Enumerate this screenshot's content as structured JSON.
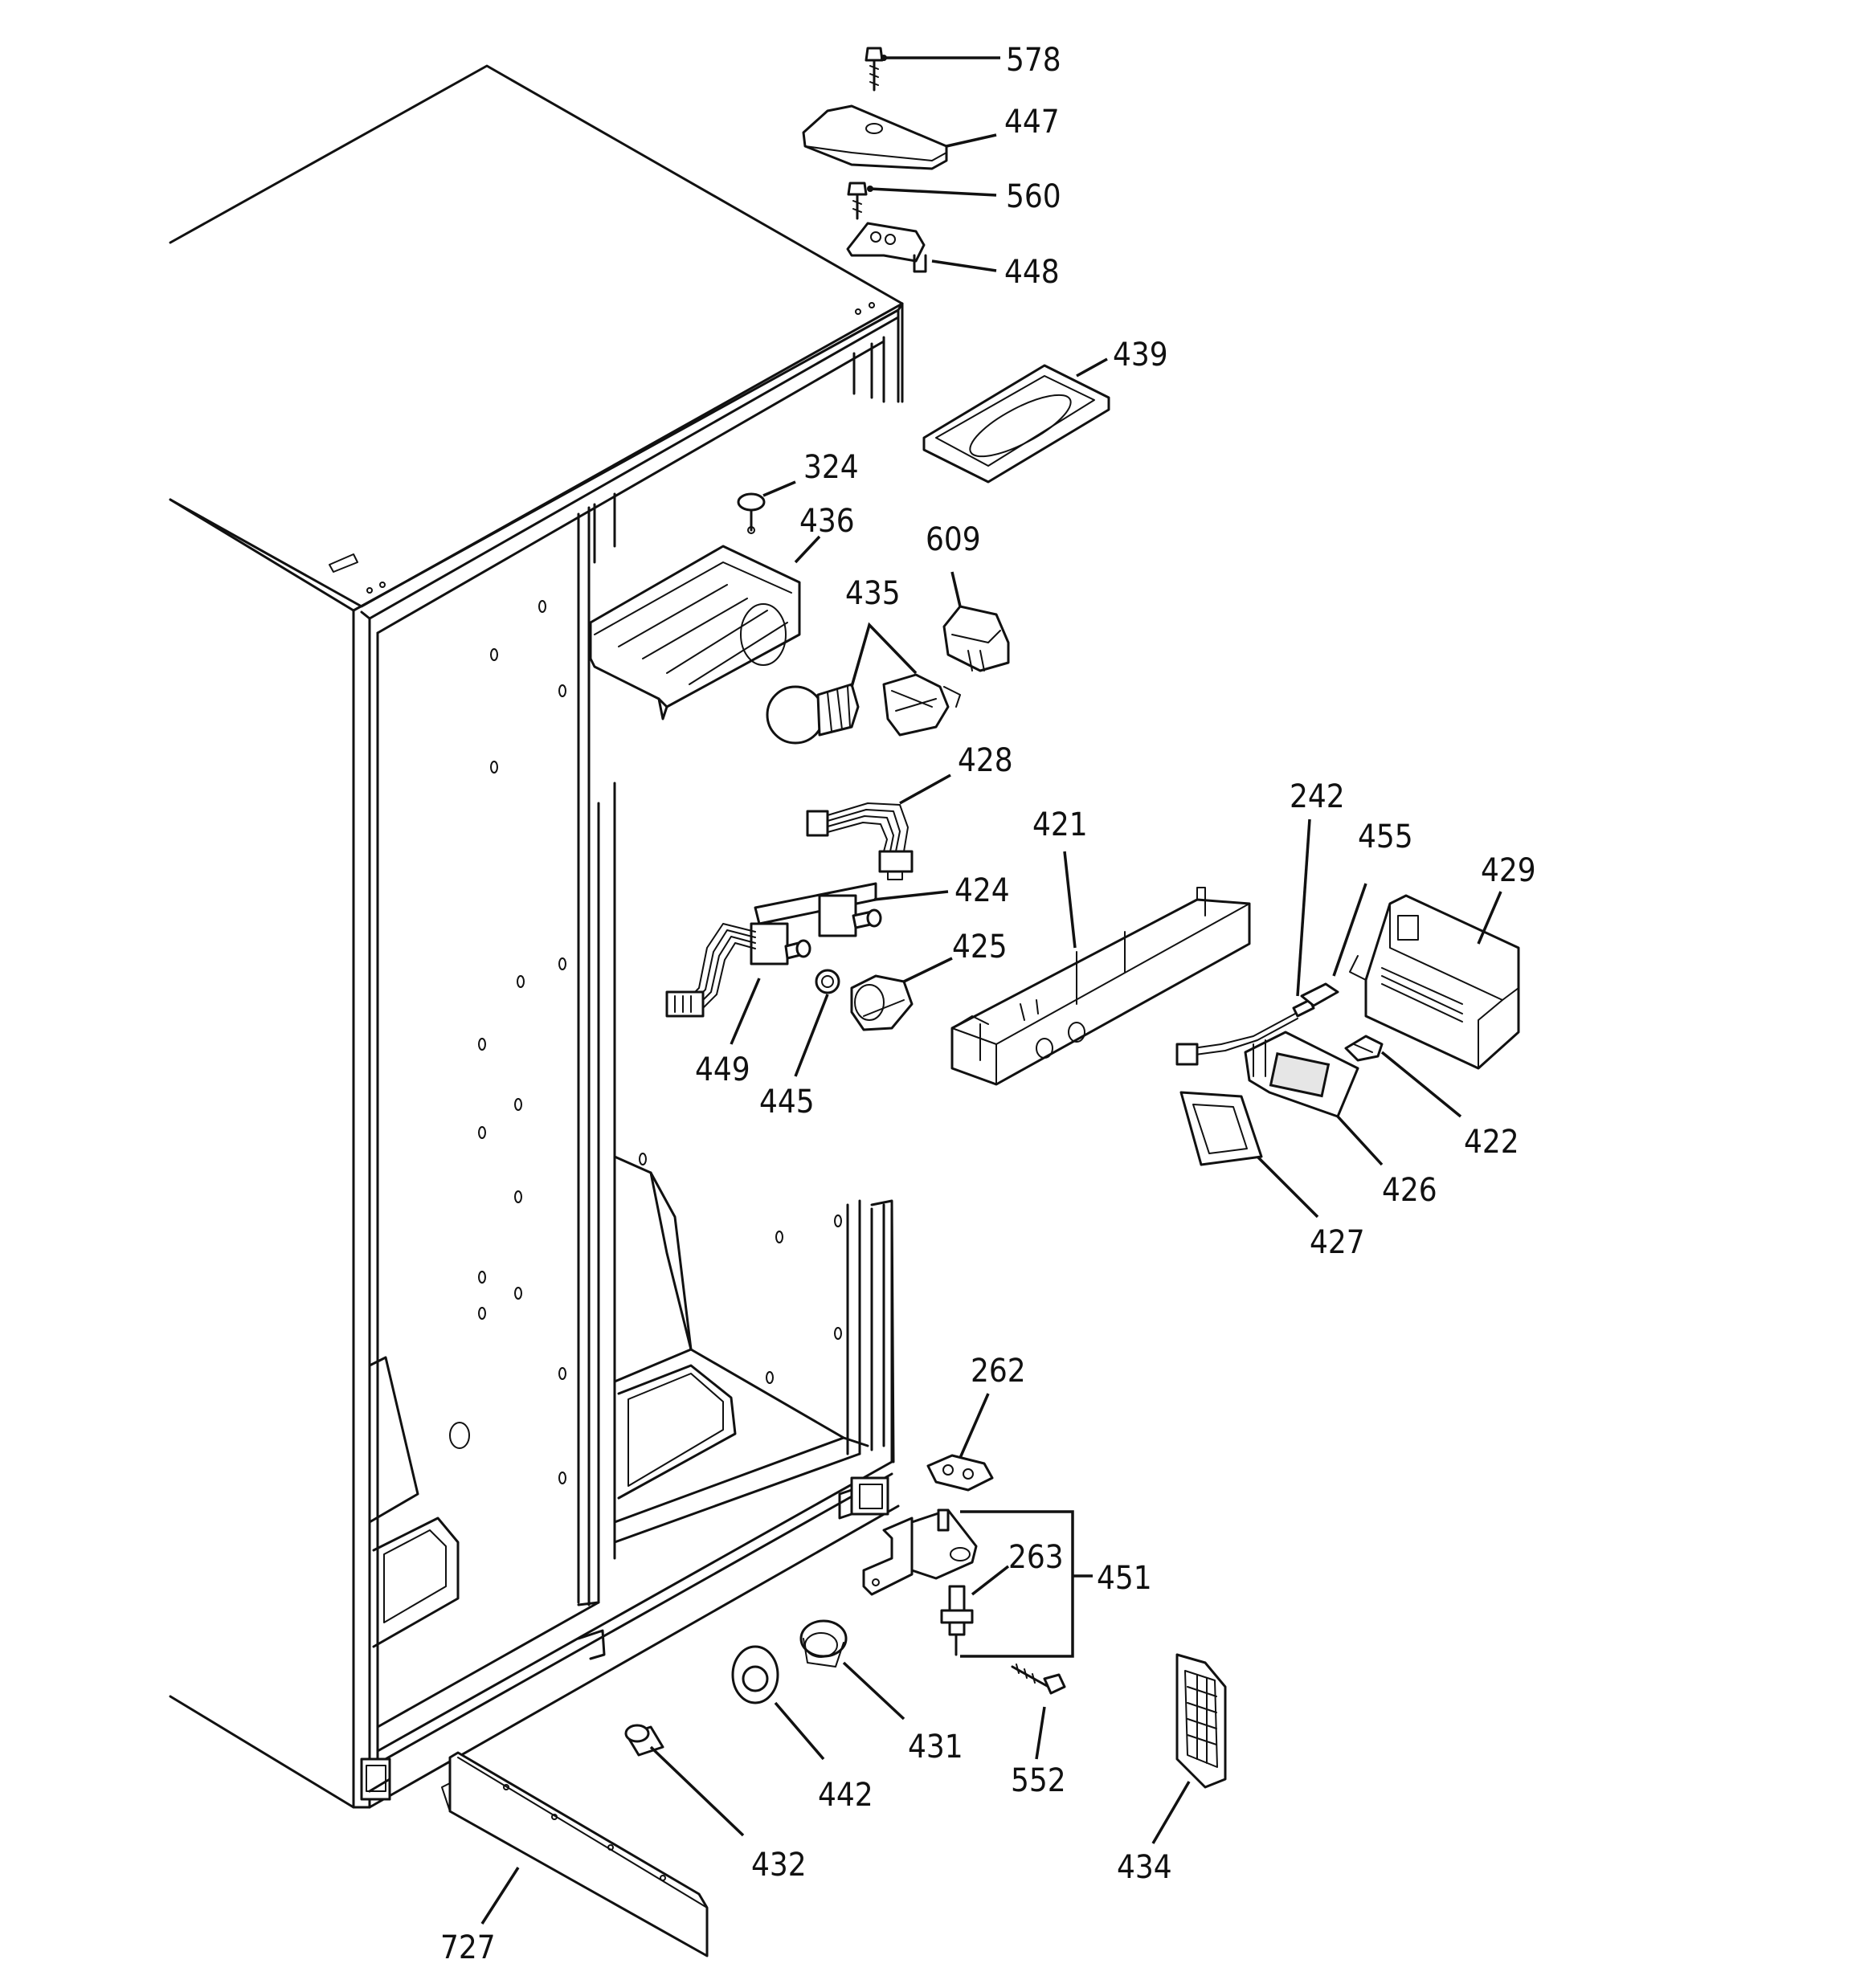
{
  "diagram": {
    "labels": {
      "p578": "578",
      "p447": "447",
      "p560": "560",
      "p448": "448",
      "p439": "439",
      "p324": "324",
      "p436": "436",
      "p609": "609",
      "p435": "435",
      "p428": "428",
      "p421": "421",
      "p242": "242",
      "p455": "455",
      "p429": "429",
      "p424": "424",
      "p425": "425",
      "p449": "449",
      "p445": "445",
      "p422": "422",
      "p426": "426",
      "p427": "427",
      "p262": "262",
      "p263": "263",
      "p451": "451",
      "p431": "431",
      "p442": "442",
      "p552": "552",
      "p432": "432",
      "p434": "434",
      "p727": "727"
    }
  }
}
